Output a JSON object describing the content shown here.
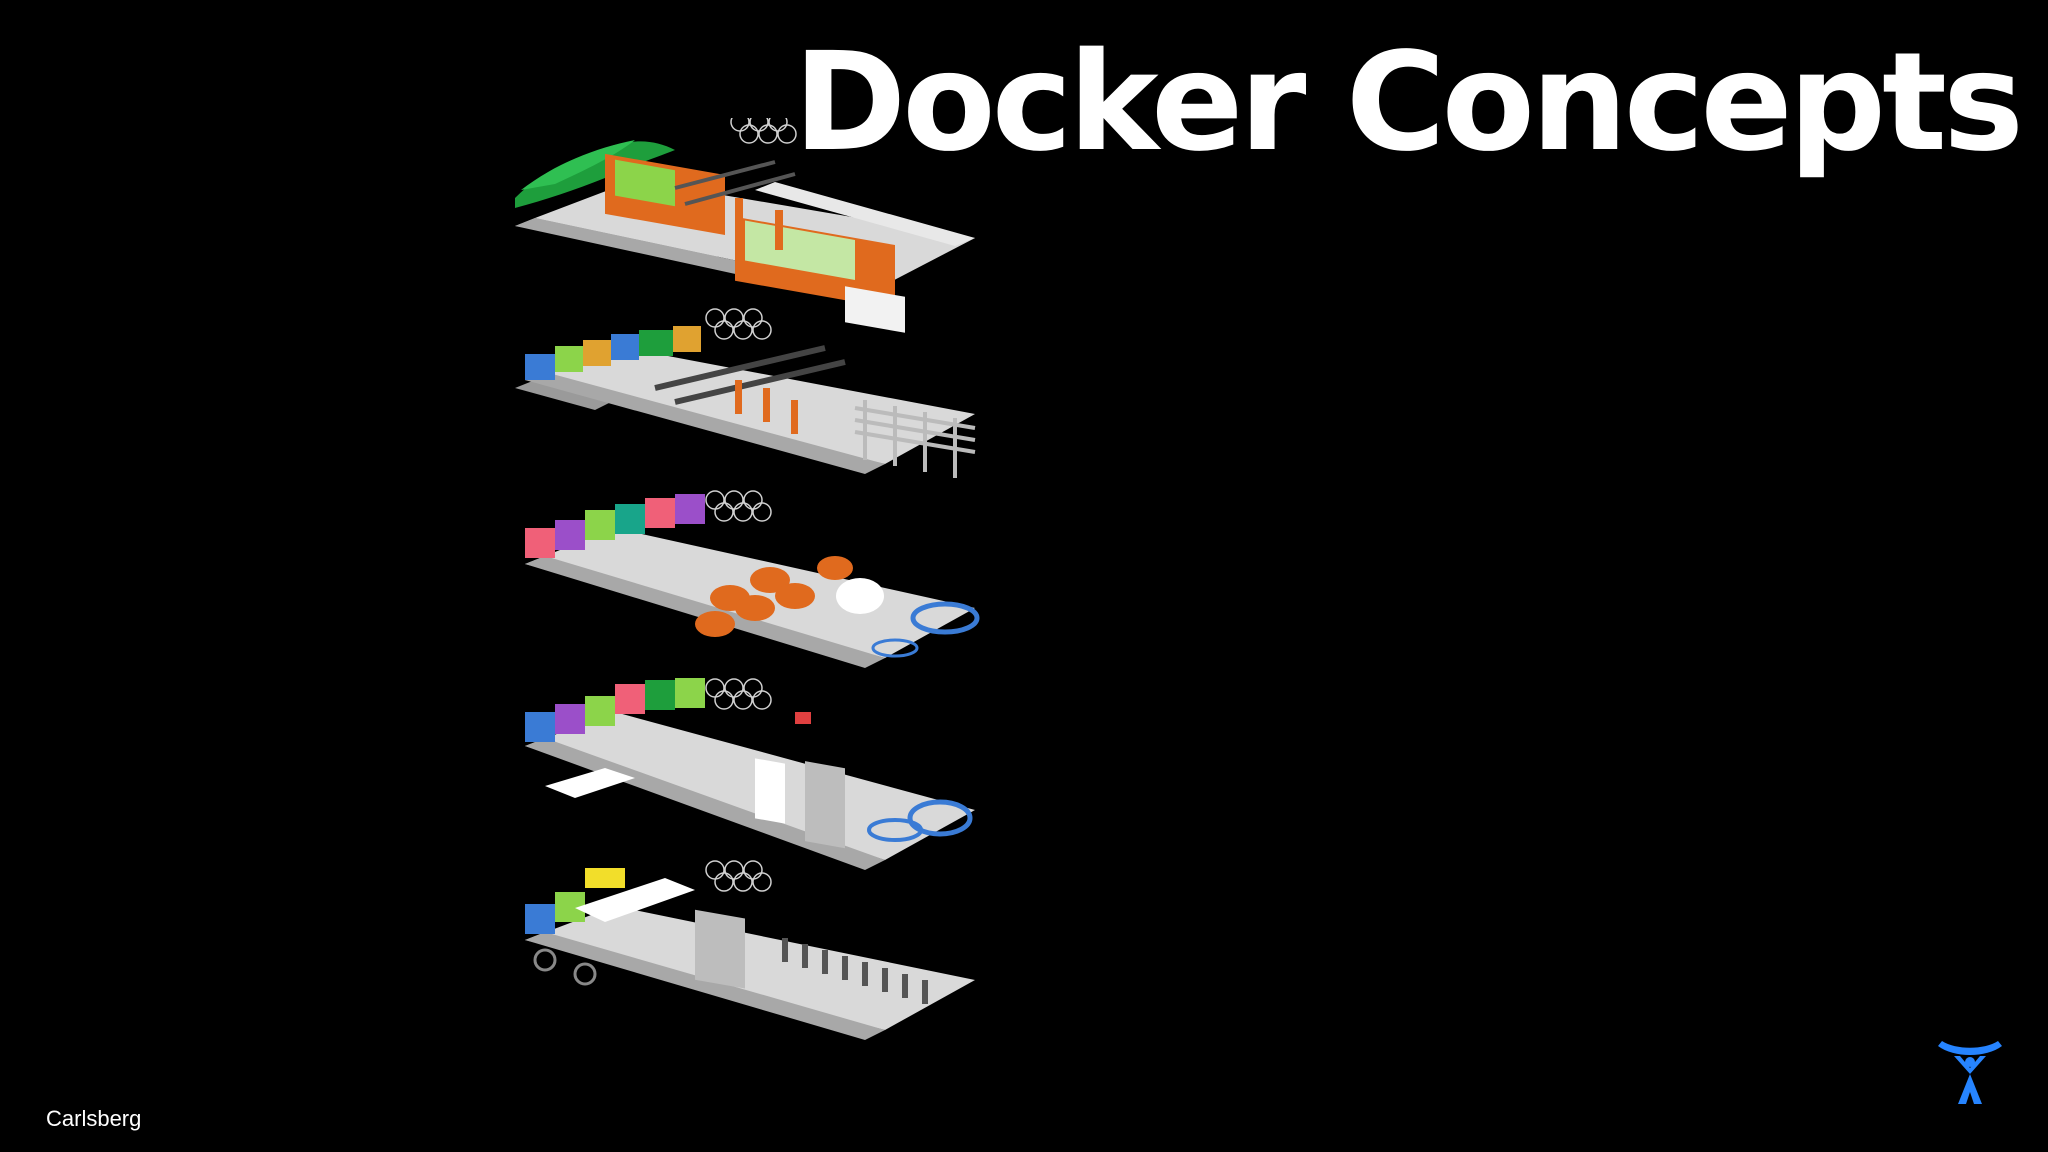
{
  "slide": {
    "title": "Docker Concepts",
    "caption": "Carlsberg"
  },
  "illustration": {
    "subject": "exploded-isometric-building-floors",
    "floor_count": 5
  },
  "logo": {
    "icon": "atlassian-logo-icon",
    "color": "#2684FF"
  },
  "colors": {
    "background": "#000000",
    "text": "#FFFFFF",
    "floor": "#D9D9D9",
    "floor_shade": "#9A9A9A",
    "orange": "#E06A1E",
    "green": "#1E9E3C",
    "blue": "#3A7BD5",
    "pink": "#F06078",
    "purple": "#9B4FC9",
    "lime": "#8CD44A",
    "yellow": "#F2DE2A",
    "teal": "#18A58A"
  }
}
